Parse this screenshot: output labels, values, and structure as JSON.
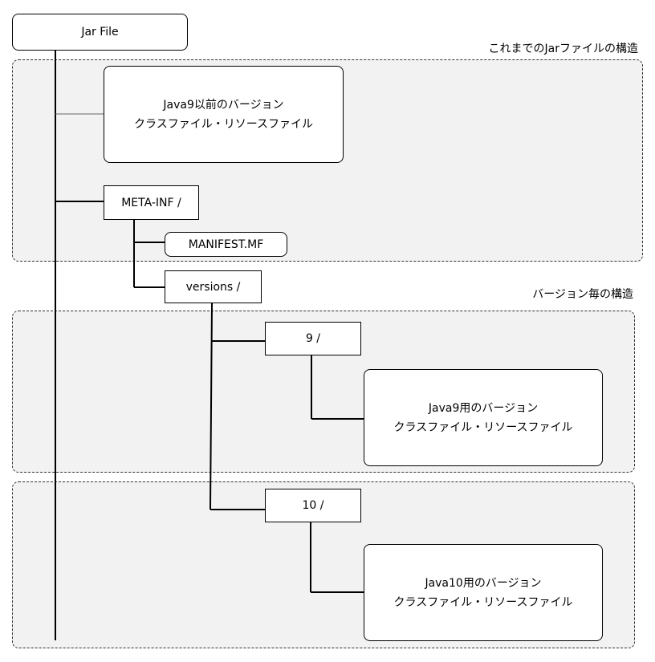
{
  "root": {
    "label": "Jar File"
  },
  "regions": {
    "legacy": {
      "label": "これまでのJarファイルの構造"
    },
    "per_version": {
      "label": "バージョン毎の構造"
    }
  },
  "nodes": {
    "pre_java9": {
      "line1": "Java9以前のバージョン",
      "line2": "クラスファイル・リソースファイル"
    },
    "meta_inf": {
      "label": "META-INF /"
    },
    "manifest": {
      "label": "MANIFEST.MF"
    },
    "versions": {
      "label": "versions /"
    },
    "v9": {
      "label": "9 /"
    },
    "java9_files": {
      "line1": "Java9用のバージョン",
      "line2": "クラスファイル・リソースファイル"
    },
    "v10": {
      "label": "10 /"
    },
    "java10_files": {
      "line1": "Java10用のバージョン",
      "line2": "クラスファイル・リソースファイル"
    }
  }
}
